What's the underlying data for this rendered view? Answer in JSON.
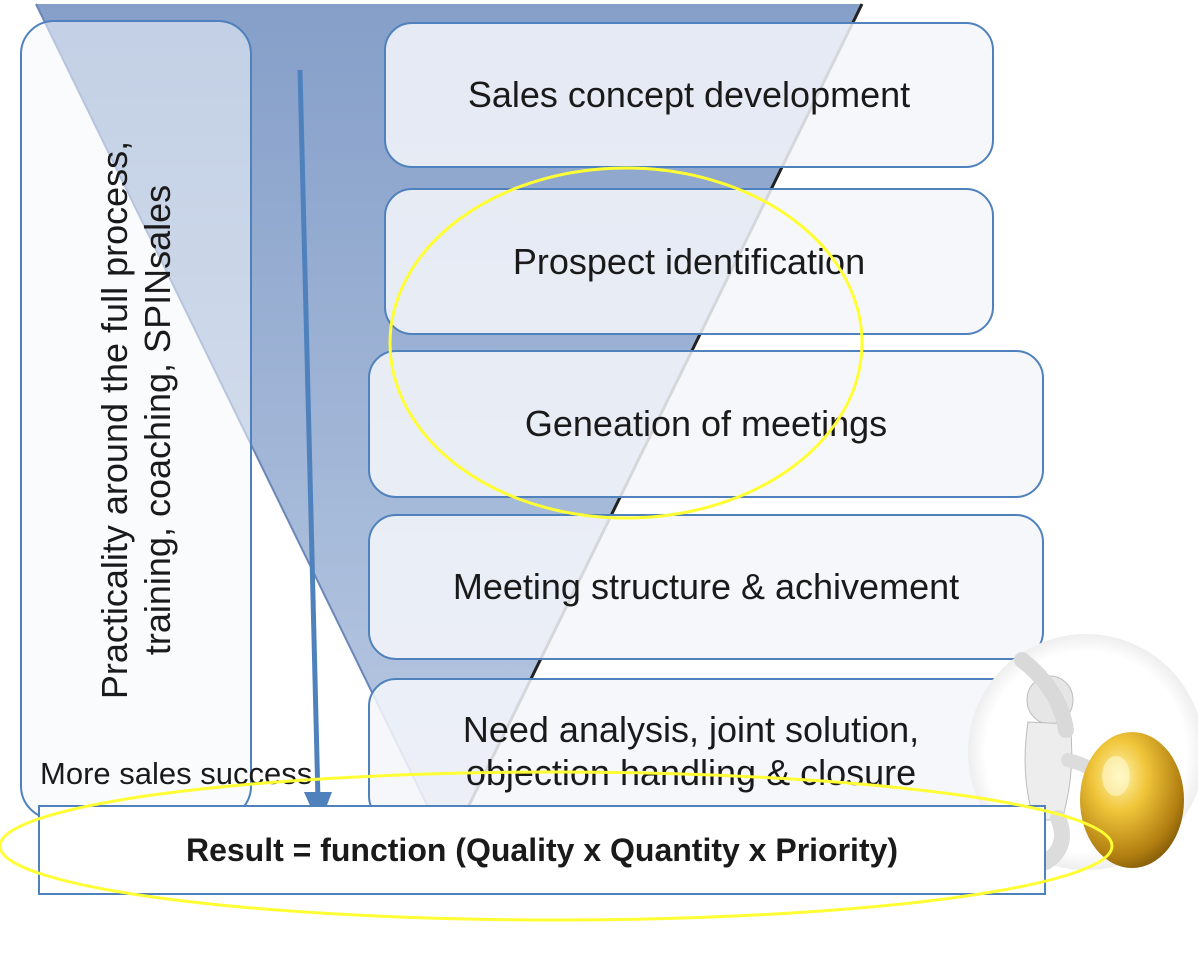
{
  "left_panel": {
    "line1": "Practicality around the full process,",
    "line2": "training, coaching, SPINsales"
  },
  "stages": [
    "Sales concept development",
    "Prospect identification",
    "Geneation of meetings",
    "Meeting structure & achivement",
    "Need analysis, joint solution, objection handling & closure"
  ],
  "more_label": "More sales success",
  "result": "Result = function (Quality x Quantity x Priority)",
  "illustration": "figure-with-golden-egg",
  "colors": {
    "funnel": "#8fa9cf",
    "border": "#4f81bd",
    "highlight": "#ffff33",
    "egg": "#d9a520"
  }
}
